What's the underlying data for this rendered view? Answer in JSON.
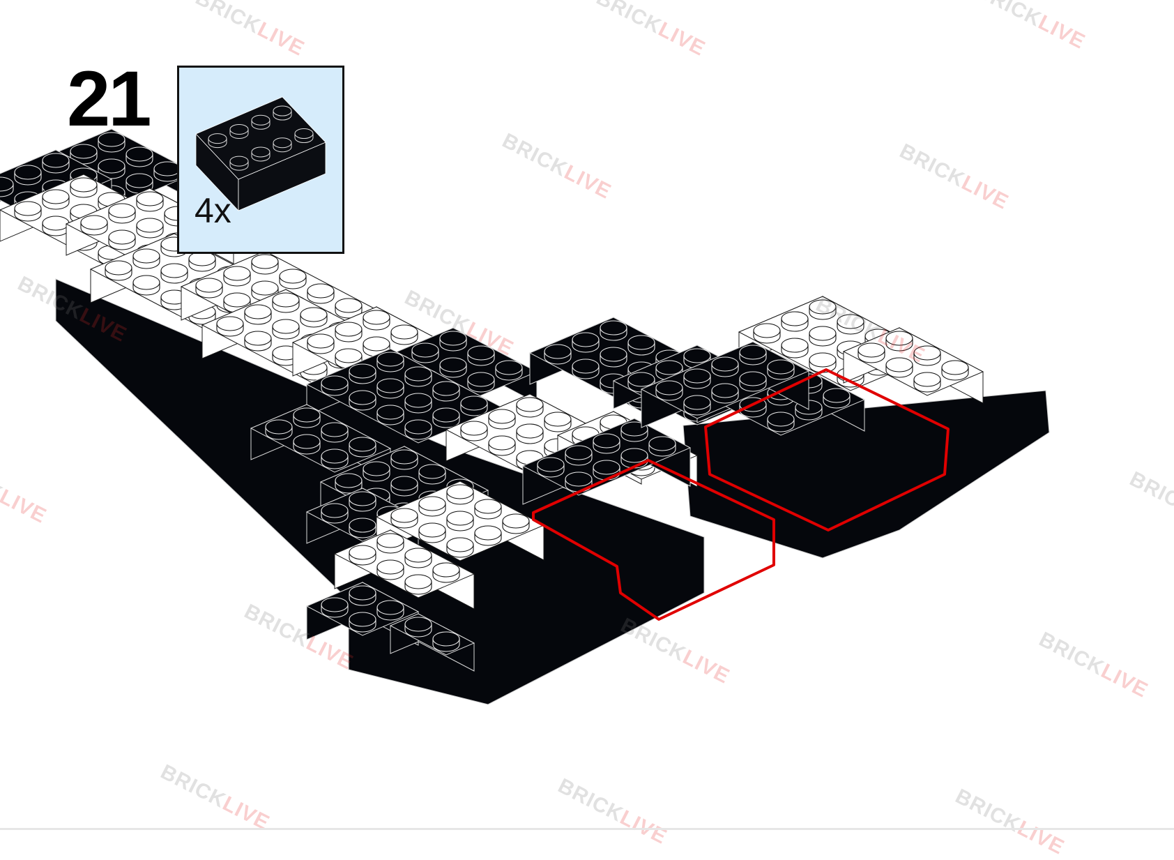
{
  "step": {
    "number": "21"
  },
  "parts_callout": {
    "quantity": "4x",
    "part": {
      "name": "brick 2x4",
      "color": "#0b0d12"
    },
    "background": "#d6ecfb"
  },
  "model": {
    "highlight_color": "#e00000",
    "new_bricks_added": 4
  },
  "watermark": {
    "part1": "BRICK",
    "part2": "LIVE"
  },
  "colors": {
    "black_brick": "#05070c",
    "white_brick": "#ffffff",
    "outline": "#1a1a1a"
  }
}
